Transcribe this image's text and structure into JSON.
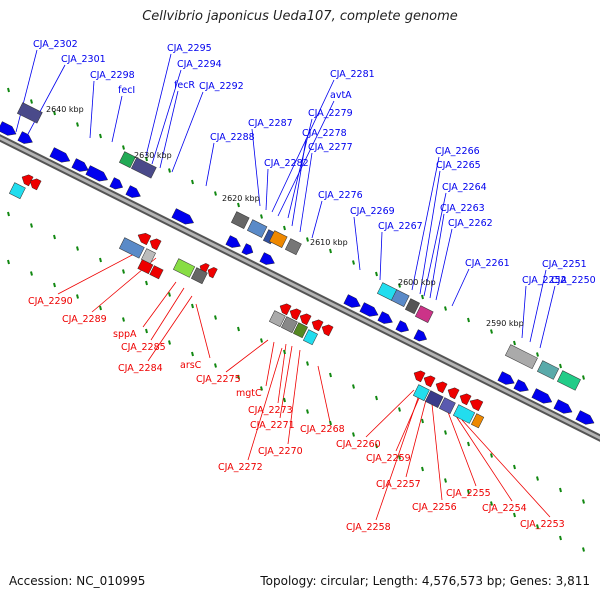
{
  "title": "Cellvibrio japonicus Ueda107, complete genome",
  "footer": {
    "accession": "Accession: NC_010995",
    "summary": "Topology: circular; Length: 4,576,573 bp; Genes: 3,811"
  },
  "colors": {
    "forward": "#0000ee",
    "reverse": "#ee0000",
    "backbone": "#888888",
    "tick": "#118811"
  },
  "scale_labels": [
    "2640 kbp",
    "2630 kbp",
    "2620 kbp",
    "2610 kbp",
    "2600 kbp",
    "2590 kbp"
  ],
  "forward_labels": [
    "CJA_2302",
    "CJA_2301",
    "CJA_2298",
    "fecI",
    "CJA_2295",
    "CJA_2294",
    "fecR",
    "CJA_2292",
    "CJA_2288",
    "CJA_2287",
    "CJA_2282",
    "CJA_2281",
    "avtA",
    "CJA_2279",
    "CJA_2278",
    "CJA_2277",
    "CJA_2276",
    "CJA_2269",
    "CJA_2267",
    "CJA_2266",
    "CJA_2265",
    "CJA_2264",
    "CJA_2263",
    "CJA_2262",
    "CJA_2261",
    "CJA_2252",
    "CJA_2251",
    "CJA_2250"
  ],
  "reverse_labels": [
    "CJA_2290",
    "CJA_2289",
    "sppA",
    "CJA_2285",
    "CJA_2284",
    "arsC",
    "CJA_2275",
    "mgtC",
    "CJA_2273",
    "CJA_2271",
    "CJA_2272",
    "CJA_2270",
    "CJA_2268",
    "CJA_2260",
    "CJA_2259",
    "CJA_2257",
    "CJA_2256",
    "CJA_2258",
    "CJA_2255",
    "CJA_2254",
    "CJA_2253"
  ]
}
